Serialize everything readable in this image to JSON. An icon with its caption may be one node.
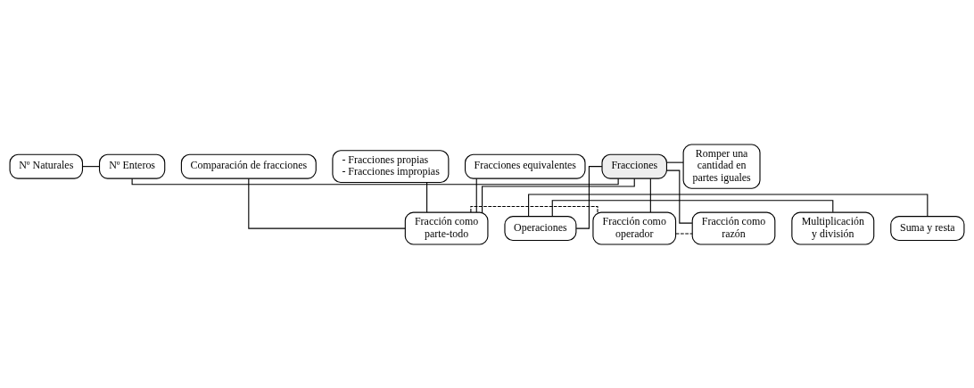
{
  "diagram": {
    "nodes": [
      {
        "text": [
          "Nº Naturales"
        ]
      },
      {
        "text": [
          "Nº Enteros"
        ]
      },
      {
        "text": [
          "Fracciones"
        ]
      },
      {
        "text": [
          "Romper una cantidad en partes iguales"
        ]
      },
      {
        "text": [
          "- Fracciones propias",
          "- Fracciones impropias"
        ]
      },
      {
        "text": [
          "Fracciones equivalentes"
        ]
      },
      {
        "text": [
          "Comparación de fracciones"
        ]
      },
      {
        "text": [
          "Fracción como parte-todo"
        ]
      },
      {
        "text": [
          "Fracción como operador"
        ]
      },
      {
        "text": [
          "Fracción como razón"
        ]
      },
      {
        "text": [
          "Operaciones"
        ]
      },
      {
        "text": [
          "Suma y resta"
        ]
      },
      {
        "text": [
          "Multiplicación y división"
        ]
      }
    ],
    "edges": [
      {
        "from": 0,
        "to": 1,
        "arrow": "none"
      },
      {
        "from": 1,
        "to": 2,
        "arrow": "none"
      },
      {
        "from": 2,
        "to": 3,
        "arrow": "none"
      },
      {
        "from": 2,
        "to": 7,
        "arrow": "none"
      },
      {
        "from": 2,
        "to": 8,
        "arrow": "none"
      },
      {
        "from": 2,
        "to": 9,
        "arrow": "none"
      },
      {
        "from": 2,
        "to": 10,
        "arrow": "none"
      },
      {
        "from": 7,
        "to": 8,
        "arrow": "none",
        "style": "dashed"
      },
      {
        "from": 8,
        "to": 9,
        "arrow": "none",
        "style": "dashed"
      },
      {
        "from": 4,
        "to": 7,
        "arrow": "none"
      },
      {
        "from": 5,
        "to": 7,
        "arrow": "none"
      },
      {
        "from": 6,
        "to": 7,
        "arrow": "none"
      },
      {
        "from": 10,
        "to": 11,
        "arrow": "none"
      },
      {
        "from": 10,
        "to": 12,
        "arrow": "none"
      }
    ]
  }
}
